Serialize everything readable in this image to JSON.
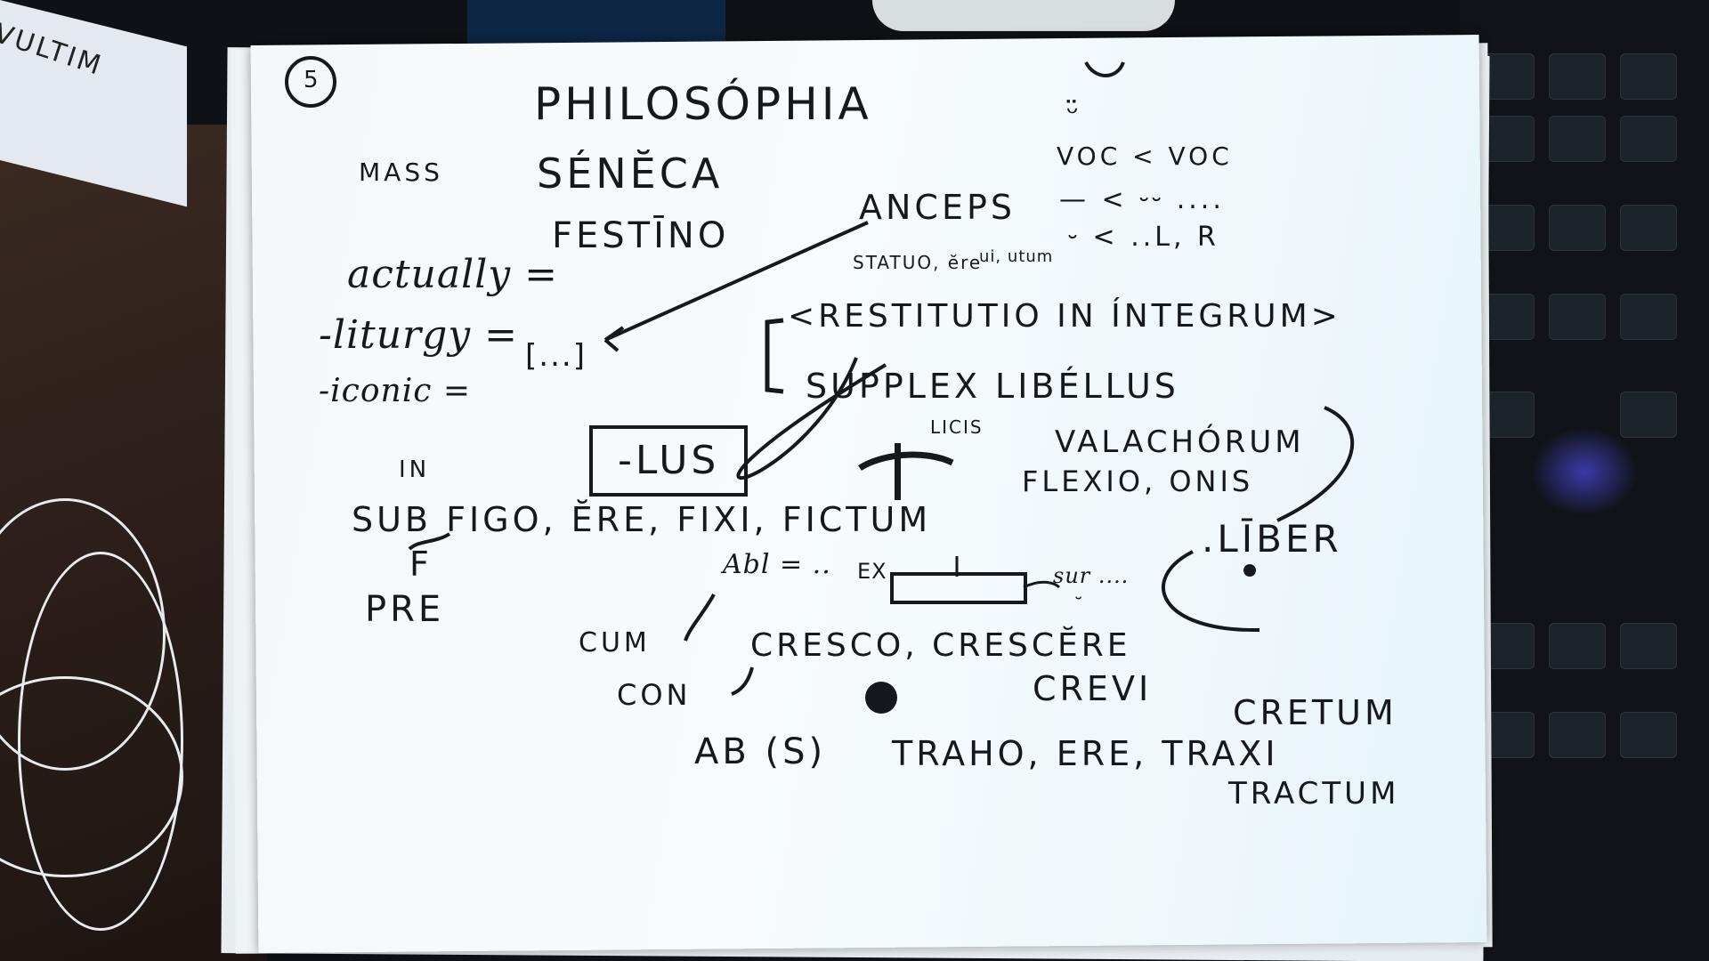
{
  "photo": {
    "corner_paper_text": "VULTIM",
    "page_number": "5"
  },
  "note": {
    "title": "PHILOSÓPHIA",
    "smiley": "ᵕ̈",
    "mass": "MASS",
    "seneca": "SÉNĔCA",
    "festino": "FESTĪNO",
    "anceps": "ANCEPS",
    "voc_rule": "VOC < VOC",
    "long_rule": "— < ⏑⏑ ....",
    "short_rule": "⏑ < ..L, R",
    "statuo": "STATUO, ĕre",
    "statuo_forms": "ui, utum",
    "actually": "actually =",
    "liturgy": "-liturgy =",
    "iconic": "-iconic =",
    "ellipsis": "[...]",
    "restitutio": "<RESTITUTIO IN ÍNTEGRUM>",
    "supplex": "SUPPLEX    LIBÉLLUS",
    "lus_box": "-LUS",
    "exclamation": "!",
    "licis": "LICIS",
    "valachorum": "VALACHÓRUM",
    "flexio": "FLEXIO, ONIS",
    "in": "IN",
    "sub_line": "SUB  FIGO, ĔRE, FIXI, FICTUM",
    "f": "F",
    "liber": ".LĪBER",
    "abl": "Abl = ..",
    "ex": "EX",
    "sur": "sur ....",
    "sur_mark": "⏑",
    "pre": "PRE",
    "cum": "CUM",
    "cresco": "CRESCO, CRESCĔRE",
    "con": "CON",
    "crevi": "CREVI",
    "cretum": "CRETUM",
    "ab_s": "AB (S)",
    "traho": "TRAHO, ERE, TRAXI",
    "tractum": "TRACTUM"
  },
  "colors": {
    "ink": "#15181c",
    "paper": "#f4f8fb",
    "paper_tint": "#e4f5f8",
    "desk_wood": "#2a1d18",
    "keyboard": "#101418"
  }
}
